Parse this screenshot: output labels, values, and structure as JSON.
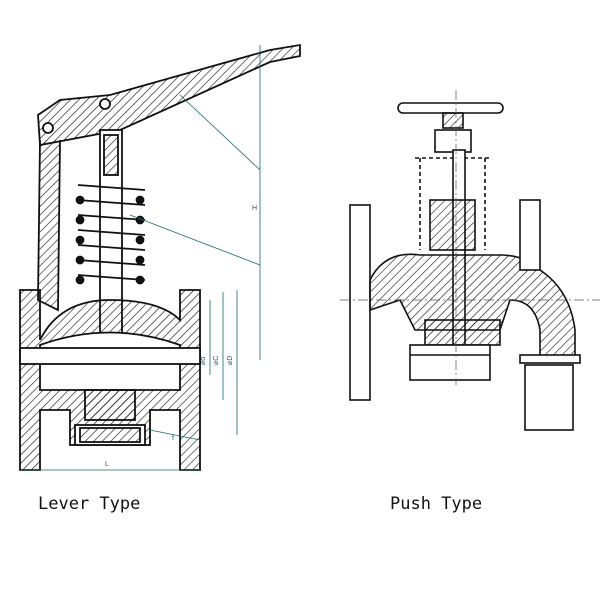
{
  "captions": {
    "lever": "Lever Type",
    "push": "Push Type"
  },
  "dimensions": {
    "H": "H",
    "L": "L",
    "f": "f",
    "d": "⌀d",
    "C": "⌀C",
    "D": "⌀D"
  },
  "colors": {
    "line": "#111111",
    "dimension": "#1a6a6a"
  }
}
